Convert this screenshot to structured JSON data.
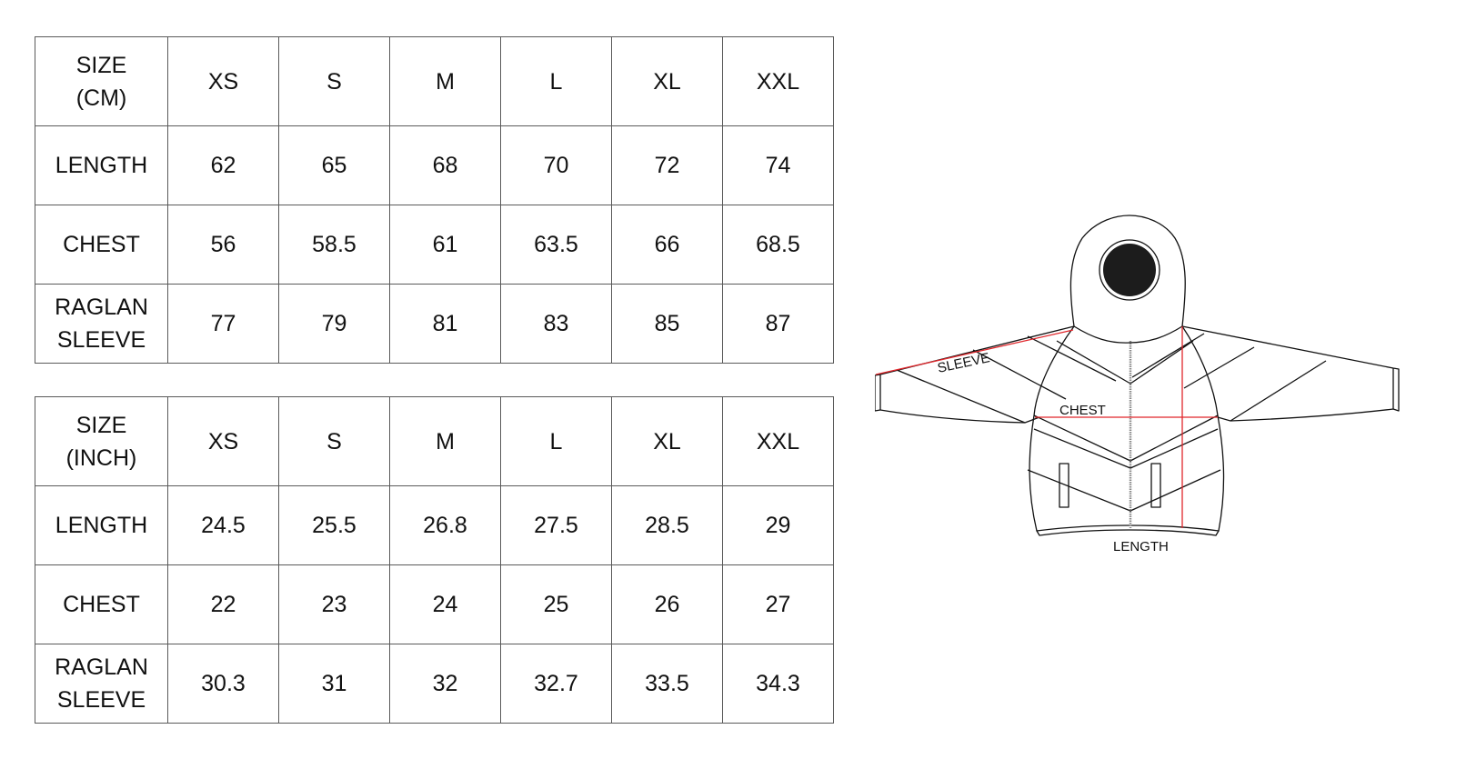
{
  "tables": [
    {
      "id": "cm",
      "header": {
        "line1": "SIZE",
        "line2": "(CM)"
      },
      "sizes": [
        "XS",
        "S",
        "M",
        "L",
        "XL",
        "XXL"
      ],
      "rows": [
        {
          "label": "LENGTH",
          "values": [
            "62",
            "65",
            "68",
            "70",
            "72",
            "74"
          ]
        },
        {
          "label": "CHEST",
          "values": [
            "56",
            "58.5",
            "61",
            "63.5",
            "66",
            "68.5"
          ]
        },
        {
          "label_line1": "RAGLAN",
          "label_line2": "SLEEVE",
          "values": [
            "77",
            "79",
            "81",
            "83",
            "85",
            "87"
          ]
        }
      ]
    },
    {
      "id": "inch",
      "header": {
        "line1": "SIZE",
        "line2": "(INCH)"
      },
      "sizes": [
        "XS",
        "S",
        "M",
        "L",
        "XL",
        "XXL"
      ],
      "rows": [
        {
          "label": "LENGTH",
          "values": [
            "24.5",
            "25.5",
            "26.8",
            "27.5",
            "28.5",
            "29"
          ]
        },
        {
          "label": "CHEST",
          "values": [
            "22",
            "23",
            "24",
            "25",
            "26",
            "27"
          ]
        },
        {
          "label_line1": "RAGLAN",
          "label_line2": "SLEEVE",
          "values": [
            "30.3",
            "31",
            "32",
            "32.7",
            "33.5",
            "34.3"
          ]
        }
      ]
    }
  ],
  "diagram": {
    "labels": {
      "sleeve": "SLEEVE",
      "chest": "CHEST",
      "length": "LENGTH"
    },
    "colors": {
      "outline": "#111111",
      "measure_line": "#e0262b",
      "zipper": "#8a8a8a",
      "hood_opening": "#1c1c1c"
    }
  }
}
